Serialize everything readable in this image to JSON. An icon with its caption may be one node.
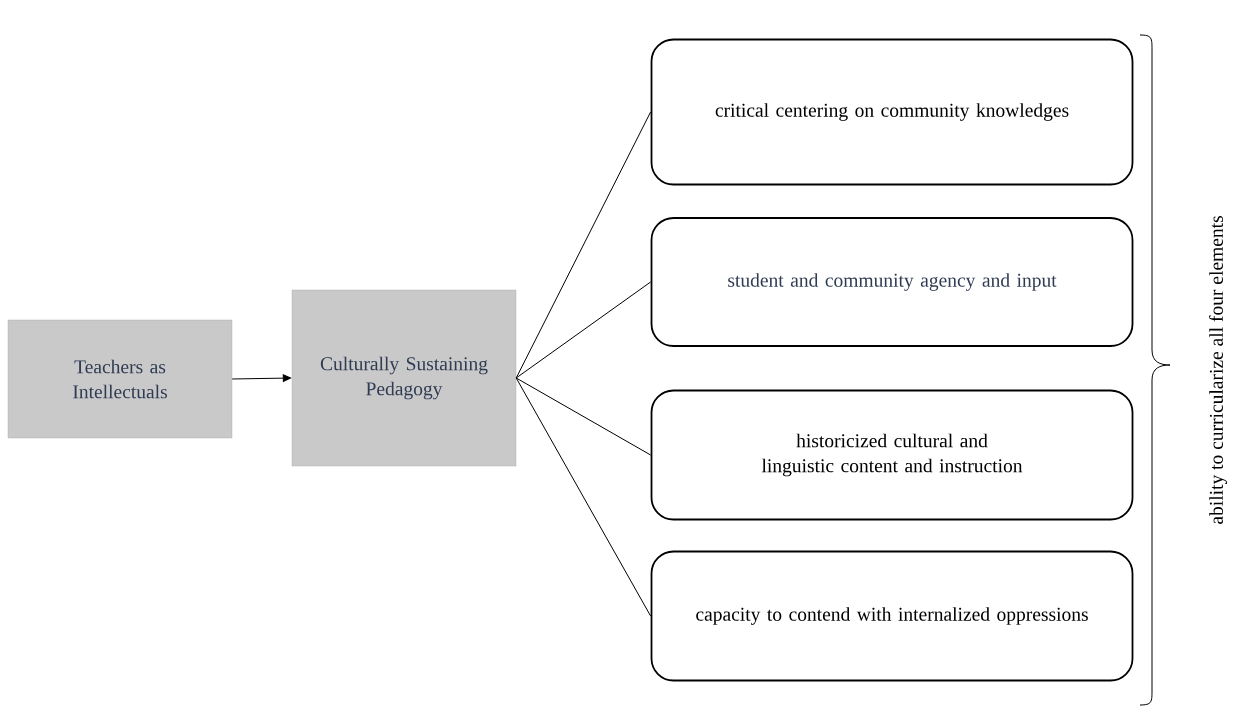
{
  "diagram": {
    "nodes": [
      {
        "text": [
          "Teachers as Intellectuals"
        ]
      },
      {
        "text": [
          "Culturally Sustaining Pedagogy"
        ]
      },
      {
        "text": [
          "critical centering on community knowledges"
        ]
      },
      {
        "text": [
          "student and community agency and input"
        ]
      },
      {
        "text": [
          "historicized cultural and linguistic content and instruction"
        ]
      },
      {
        "text": [
          "capacity to contend with internalized oppressions"
        ]
      }
    ],
    "edges": [
      {
        "from": 0,
        "to": 1,
        "arrow": "to"
      },
      {
        "from": 1,
        "to": 2,
        "arrow": "none"
      },
      {
        "from": 1,
        "to": 3,
        "arrow": "none"
      },
      {
        "from": 1,
        "to": 4,
        "arrow": "none"
      },
      {
        "from": 1,
        "to": 5,
        "arrow": "none"
      }
    ],
    "labels": [
      "ability to curricularize all four elements"
    ]
  }
}
